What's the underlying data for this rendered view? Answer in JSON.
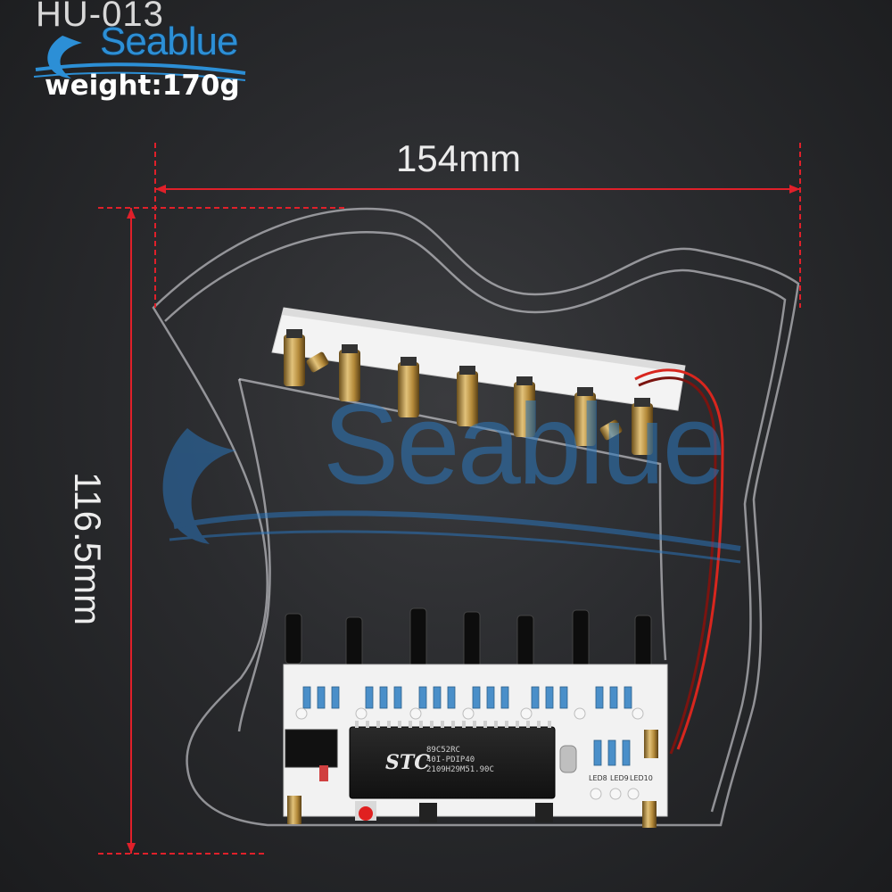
{
  "header": {
    "model_code": "HU-013",
    "brand": "Seablue",
    "weight": "weight:170g"
  },
  "dimensions": {
    "width": "154mm",
    "height": "116.5mm"
  },
  "watermark": {
    "text": "Seablue"
  },
  "board": {
    "chip_brand": "STC",
    "chip_line1": "89C52RC",
    "chip_line2": "40I-PDIP40",
    "chip_line3": "2109H29M51.90C",
    "led_labels": [
      "LED8",
      "LED9",
      "LED10"
    ]
  },
  "colors": {
    "background": "#2a2b2e",
    "dimension_line": "#e0202a",
    "brand_blue": "#2c8fd6",
    "pcb": "#f2f2f2",
    "brass": "#c8a24a"
  }
}
